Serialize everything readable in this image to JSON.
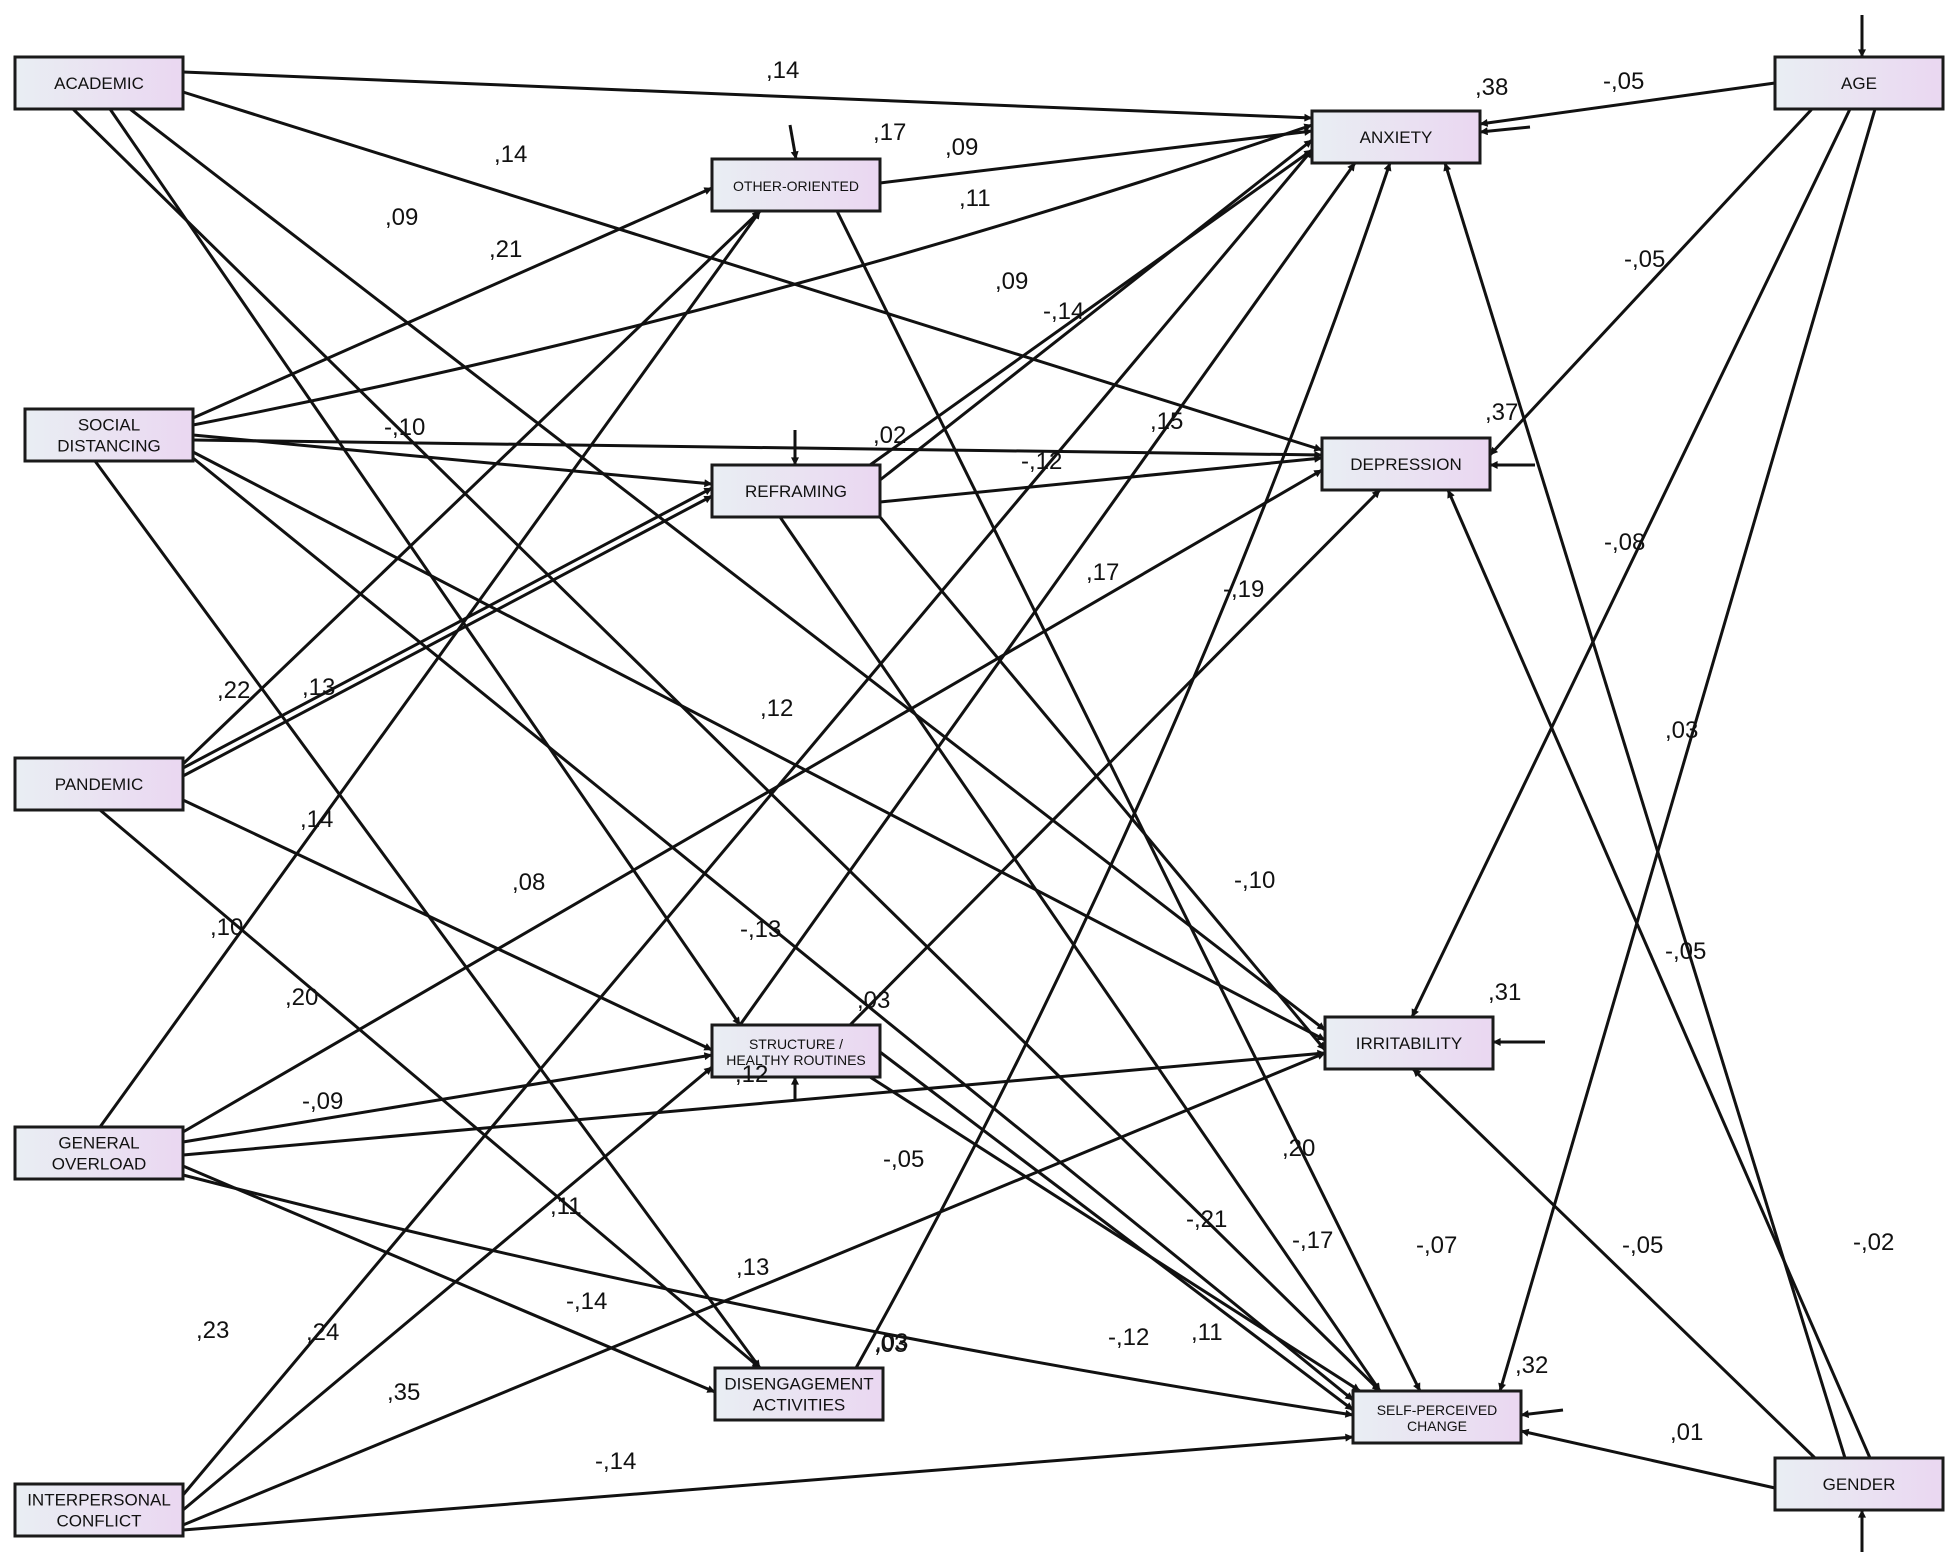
{
  "diagram": {
    "type": "path-model",
    "nodes": [
      {
        "id": "academic",
        "lines": [
          "ACADEMIC"
        ],
        "r2": ""
      },
      {
        "id": "social",
        "lines": [
          "SOCIAL",
          "DISTANCING"
        ],
        "r2": ""
      },
      {
        "id": "pandemic",
        "lines": [
          "PANDEMIC"
        ],
        "r2": ""
      },
      {
        "id": "overload",
        "lines": [
          "GENERAL",
          "OVERLOAD"
        ],
        "r2": ""
      },
      {
        "id": "interpersonal",
        "lines": [
          "INTERPERSONAL",
          "CONFLICT"
        ],
        "r2": ""
      },
      {
        "id": "other",
        "lines": [
          "OTHER-ORIENTED"
        ],
        "r2": ",17"
      },
      {
        "id": "reframing",
        "lines": [
          "REFRAMING"
        ],
        "r2": ",02"
      },
      {
        "id": "structure",
        "lines": [
          "STRUCTURE /",
          "HEALTHY ROUTINES"
        ],
        "r2": ",12"
      },
      {
        "id": "disengagement",
        "lines": [
          "DISENGAGEMENT",
          "ACTIVITIES"
        ],
        "r2": ",03"
      },
      {
        "id": "anxiety",
        "lines": [
          "ANXIETY"
        ],
        "r2": ",38"
      },
      {
        "id": "depression",
        "lines": [
          "DEPRESSION"
        ],
        "r2": ",37"
      },
      {
        "id": "irritability",
        "lines": [
          "IRRITABILITY"
        ],
        "r2": ",31"
      },
      {
        "id": "spc",
        "lines": [
          "SELF-PERCEIVED",
          "CHANGE"
        ],
        "r2": ",32"
      },
      {
        "id": "age",
        "lines": [
          "AGE"
        ],
        "r2": ""
      },
      {
        "id": "gender",
        "lines": [
          "GENDER"
        ],
        "r2": ""
      }
    ],
    "edges": [
      {
        "from": "academic",
        "to": "anxiety",
        "label": ",14"
      },
      {
        "from": "academic",
        "to": "depression",
        "label": ",14"
      },
      {
        "from": "academic",
        "to": "structure",
        "label": ",09"
      },
      {
        "from": "academic",
        "to": "irritability",
        "label": ""
      },
      {
        "from": "academic",
        "to": "spc",
        "label": ""
      },
      {
        "from": "social",
        "to": "other",
        "label": ",21"
      },
      {
        "from": "social",
        "to": "anxiety",
        "label": ",11"
      },
      {
        "from": "social",
        "to": "reframing",
        "label": "-,10"
      },
      {
        "from": "social",
        "to": "depression",
        "label": ""
      },
      {
        "from": "social",
        "to": "irritability",
        "label": ",12"
      },
      {
        "from": "social",
        "to": "spc",
        "label": ""
      },
      {
        "from": "social",
        "to": "disengagement",
        "label": ",13"
      },
      {
        "from": "pandemic",
        "to": "other",
        "label": ",22"
      },
      {
        "from": "pandemic",
        "to": "reframing",
        "label": ""
      },
      {
        "from": "pandemic",
        "to": "reframing",
        "label": ""
      },
      {
        "from": "pandemic",
        "to": "structure",
        "label": ",14"
      },
      {
        "from": "pandemic",
        "to": "disengagement",
        "label": ",20"
      },
      {
        "from": "other",
        "to": "anxiety",
        "label": ",09"
      },
      {
        "from": "other",
        "to": "spc",
        "label": "-,10"
      },
      {
        "from": "reframing",
        "to": "anxiety",
        "label": ",09"
      },
      {
        "from": "reframing",
        "to": "anxiety",
        "label": "-,14"
      },
      {
        "from": "reframing",
        "to": "depression",
        "label": "-,12"
      },
      {
        "from": "reframing",
        "to": "irritability",
        "label": ""
      },
      {
        "from": "reframing",
        "to": "spc",
        "label": ",20"
      },
      {
        "from": "structure",
        "to": "anxiety",
        "label": ",15"
      },
      {
        "from": "structure",
        "to": "depression",
        "label": "-,19"
      },
      {
        "from": "structure",
        "to": "spc",
        "label": "-,21"
      },
      {
        "from": "structure",
        "to": "spc",
        "label": "-,17"
      },
      {
        "from": "disengagement",
        "to": "anxiety",
        "label": ",03"
      },
      {
        "from": "overload",
        "to": "other",
        "label": ",10"
      },
      {
        "from": "overload",
        "to": "depression",
        "label": ",17"
      },
      {
        "from": "overload",
        "to": "structure",
        "label": "-,09"
      },
      {
        "from": "overload",
        "to": "irritability",
        "label": ""
      },
      {
        "from": "overload",
        "to": "disengagement",
        "label": "-,14"
      },
      {
        "from": "overload",
        "to": "spc",
        "label": "-,12"
      },
      {
        "from": "interpersonal",
        "to": "anxiety",
        "label": ",08"
      },
      {
        "from": "interpersonal",
        "to": "structure",
        "label": ",24"
      },
      {
        "from": "interpersonal",
        "to": "irritability",
        "label": ",35"
      },
      {
        "from": "interpersonal",
        "to": "spc",
        "label": "-,14"
      },
      {
        "from": "age",
        "to": "anxiety",
        "label": "-,05"
      },
      {
        "from": "age",
        "to": "depression",
        "label": "-,05"
      },
      {
        "from": "age",
        "to": "irritability",
        "label": "-,08"
      },
      {
        "from": "age",
        "to": "spc",
        "label": ",03"
      },
      {
        "from": "gender",
        "to": "anxiety",
        "label": "-,05"
      },
      {
        "from": "gender",
        "to": "depression",
        "label": "-,02"
      },
      {
        "from": "gender",
        "to": "irritability",
        "label": "-,05"
      },
      {
        "from": "gender",
        "to": "spc",
        "label": ",01"
      }
    ],
    "floating_labels": [
      ",23",
      ",11",
      "-,13",
      ",03",
      "-,05",
      ",13",
      ",11",
      "-,07"
    ]
  }
}
